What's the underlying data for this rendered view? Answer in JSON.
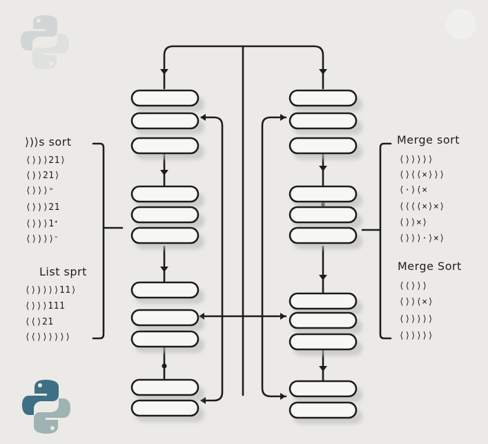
{
  "left_panel": {
    "group1": {
      "title": "⟩)⟩s sort",
      "lines": [
        "⟨⟩)⟩21⟩",
        "⟨)⟩21⟩",
        "⟨⟩⟩⟩⁼",
        "⟨⟩)⟩21",
        "⟨⟩)⟩1ᐩ",
        "⟨⟩)⟩⟩ᐨ"
      ]
    },
    "group2": {
      "title": "List sprt",
      "lines": [
        "⟨⟩)⟩⟩⟩11⟩",
        "⟨⟩⟩⟩111",
        "⟨⟨⟩21",
        "⟨⟨⟩⟩⟩⟩⟩⟩"
      ]
    }
  },
  "right_panel": {
    "group1": {
      "title": "Merge sort",
      "lines": [
        "⟨⟩⟩⟩⟩⟩",
        "⟨⟩⟨⟨×⟩⟩⟩",
        "⟨⋅⟩⟨×",
        "⟨⟨⟨⟨×⟩×⟩",
        "⟨⟩⟩×⟩",
        "⟨⟩⟩⟩⋅⟩×⟩"
      ]
    },
    "group2": {
      "title": "Merge Sort",
      "lines": [
        "⟨⟨⟩⟩⟩",
        "⟨⟩⟩⟨×⟩",
        "⟨⟩⟩⟩⟩⟩",
        "⟨⟩⟩⟩⟩⟩"
      ]
    }
  },
  "icons": {
    "top_logo": "python-logo-icon",
    "bottom_logo": "python-logo-icon",
    "corner_mark": "faint-circle-icon"
  },
  "colors": {
    "background": "#ebeae6",
    "ink": "#1c1c1c",
    "block_fill": "#f7f7f4",
    "logo_blue": "#3d6f86",
    "logo_yellow": "#9fb3b3",
    "faded_logo": "#c9cfd0"
  }
}
